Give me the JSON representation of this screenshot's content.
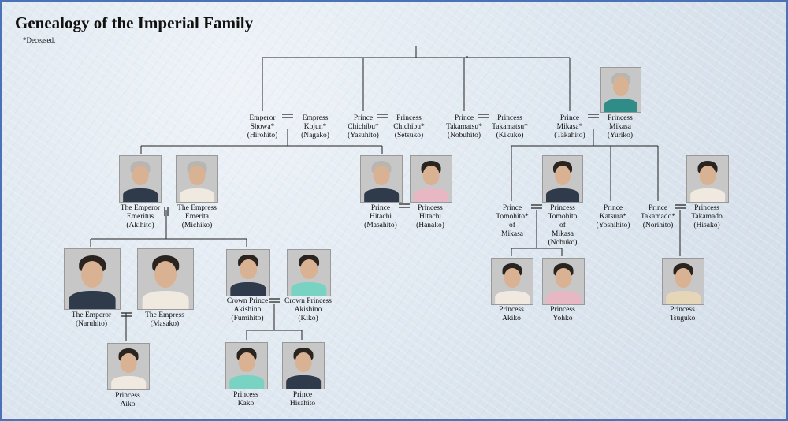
{
  "header": {
    "title": "Genealogy of the Imperial Family",
    "note": "*Deceased."
  },
  "people": {
    "showa": [
      "Emperor",
      "Showa*",
      "(Hirohito)"
    ],
    "kojun": [
      "Empress",
      "Kojun*",
      "(Nagako)"
    ],
    "chichibu": [
      "Prince",
      "Chichibu*",
      "(Yasuhito)"
    ],
    "chichibu_w": [
      "Princess",
      "Chichibu*",
      "(Setsuko)"
    ],
    "takamatsu": [
      "Prince",
      "Takamatsu*",
      "(Nobuhito)"
    ],
    "takamatsu_w": [
      "Princess",
      "Takamatsu*",
      "(Kikuko)"
    ],
    "mikasa": [
      "Prince",
      "Mikasa*",
      "(Takahito)"
    ],
    "mikasa_w": [
      "Princess",
      "Mikasa",
      "(Yuriko)"
    ],
    "akihito": [
      "The Emperor",
      "Emeritus",
      "(Akihito)"
    ],
    "michiko": [
      "The Empress",
      "Emerita",
      "(Michiko)"
    ],
    "hitachi": [
      "Prince",
      "Hitachi",
      "(Masahito)"
    ],
    "hitachi_w": [
      "Princess",
      "Hitachi",
      "(Hanako)"
    ],
    "tomohito": [
      "Prince",
      "Tomohito*",
      "of",
      "Mikasa"
    ],
    "tomohito_w": [
      "Princess",
      "Tomohito",
      "of",
      "Mikasa",
      "(Nobuko)"
    ],
    "katsura": [
      "Prince",
      "Katsura*",
      "(Yoshihito)"
    ],
    "takamado": [
      "Prince",
      "Takamado*",
      "(Norihito)"
    ],
    "takamado_w": [
      "Princess",
      "Takamado",
      "(Hisako)"
    ],
    "naruhito": [
      "The Emperor",
      "(Naruhito)"
    ],
    "masako": [
      "The Empress",
      "(Masako)"
    ],
    "fumihito": [
      "Crown Prince",
      "Akishino",
      "(Fumihito)"
    ],
    "kiko": [
      "Crown Princess",
      "Akishino",
      "(Kiko)"
    ],
    "akiko": [
      "Princess",
      "Akiko"
    ],
    "yohko": [
      "Princess",
      "Yohko"
    ],
    "tsuguko": [
      "Princess",
      "Tsuguko"
    ],
    "aiko": [
      "Princess",
      "Aiko"
    ],
    "kako": [
      "Princess",
      "Kako"
    ],
    "hisahito": [
      "Prince",
      "Hisahito"
    ]
  }
}
